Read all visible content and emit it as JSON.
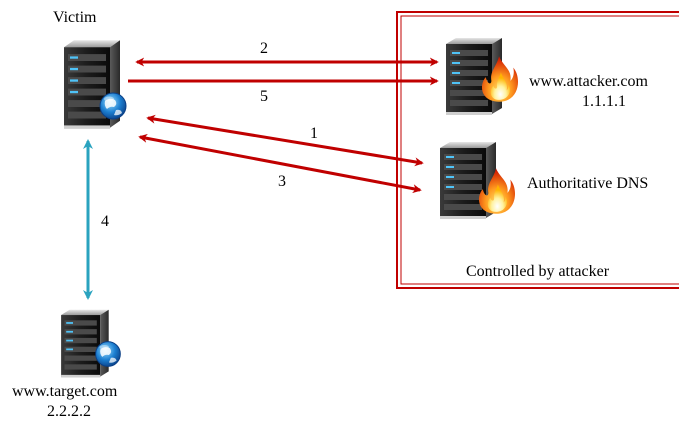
{
  "victim": {
    "label": "Victim"
  },
  "attacker_server": {
    "host": "www.attacker.com",
    "ip": "1.1.1.1"
  },
  "auth_dns": {
    "label": "Authoritative DNS"
  },
  "target": {
    "host": "www.target.com",
    "ip": "2.2.2.2"
  },
  "controlled_box": {
    "label": "Controlled by attacker"
  },
  "steps": {
    "s1": "1",
    "s2": "2",
    "s3": "3",
    "s4": "4",
    "s5": "5"
  },
  "colors": {
    "arrow_red": "#c00000",
    "arrow_teal": "#2aa3bf",
    "box_border": "#c00000"
  }
}
